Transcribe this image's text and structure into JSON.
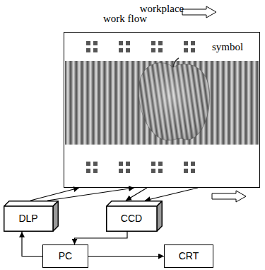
{
  "diagram": {
    "nodes": [
      {
        "text": [
          "workplace"
        ]
      },
      {
        "text": [
          "DLP"
        ]
      },
      {
        "text": [
          "CCD"
        ]
      },
      {
        "text": [
          "PC"
        ]
      },
      {
        "text": [
          "CRT"
        ]
      }
    ],
    "edges": [
      {
        "from": 1,
        "to": 0,
        "arrow": "to"
      },
      {
        "from": 1,
        "to": 0,
        "arrow": "to"
      },
      {
        "from": 0,
        "to": 2,
        "arrow": "to"
      },
      {
        "from": 0,
        "to": 2,
        "arrow": "to"
      },
      {
        "from": 2,
        "to": 3,
        "arrow": "to"
      },
      {
        "from": 3,
        "to": 1,
        "arrow": "to"
      },
      {
        "from": 3,
        "to": 4,
        "arrow": "to"
      }
    ],
    "labels": [
      "work flow",
      "symbol"
    ]
  }
}
